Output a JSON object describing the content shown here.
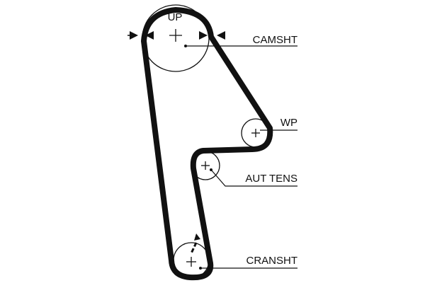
{
  "labels": {
    "up": "UP",
    "camshaft": "CAMSHT",
    "water_pump": "WP",
    "tensioner": "AUT TENS",
    "crankshaft": "CRANSHT"
  },
  "colors": {
    "belt": "#111111",
    "background": "#ffffff"
  }
}
